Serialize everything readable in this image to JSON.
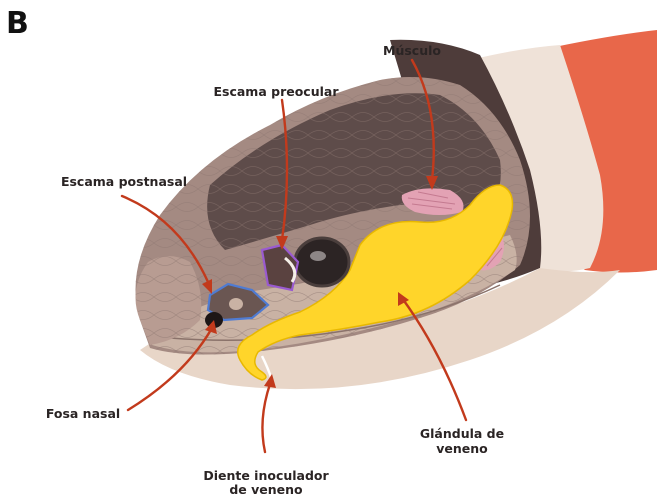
{
  "figure": {
    "panel_letter": "B",
    "labels": {
      "musculo": "Músculo",
      "escama_preocular": "Escama preocular",
      "escama_postnasal": "Escama postnasal",
      "fosa_nasal": "Fosa nasal",
      "glandula_line1": "Glándula de",
      "glandula_line2": "veneno",
      "diente_line1": "Diente inoculador",
      "diente_line2": "de veneno"
    },
    "colors": {
      "head_dark": "#5e4c4a",
      "head_mid": "#a48a82",
      "head_light": "#c9b2a4",
      "belly": "#e8d6c8",
      "band_light": "#efe2d8",
      "band_red": "#e8674a",
      "venom_gland": "#ffd52a",
      "muscle": "#e3a2b4",
      "preocular_outline": "#9a5ad0",
      "postnasal_outline": "#4f7bd2",
      "arrow": "#c23a1c"
    }
  }
}
